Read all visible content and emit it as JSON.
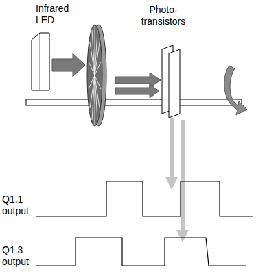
{
  "diagram": {
    "labels": [
      "Infrared LED",
      "Photo- transistors",
      "Q1.1 output",
      "Q1.3 output"
    ]
  }
}
